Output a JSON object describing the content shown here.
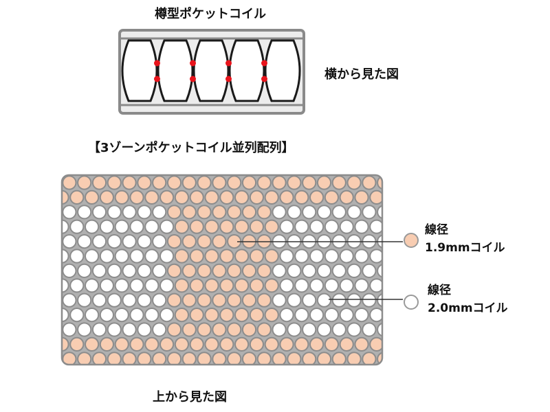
{
  "side_view": {
    "title": "樽型ポケットコイル",
    "caption": "横から見た図",
    "coil_count": 5
  },
  "top_view": {
    "title": "【3ゾーンポケットコイル並列配列】",
    "caption": "上から見た図",
    "rows": 13,
    "legend": [
      {
        "line1": "線径",
        "line2": "1.9mmコイル",
        "color": "#f8cdb2"
      },
      {
        "line1": "線径",
        "line2": "2.0mmコイル",
        "color": "#ffffff"
      }
    ]
  },
  "colors": {
    "peach": "#f8cdb2",
    "grid": "#8c8c8c",
    "spring": "#1a1a1a",
    "joint": "#e8141c",
    "frame": "#8a8a8a"
  }
}
